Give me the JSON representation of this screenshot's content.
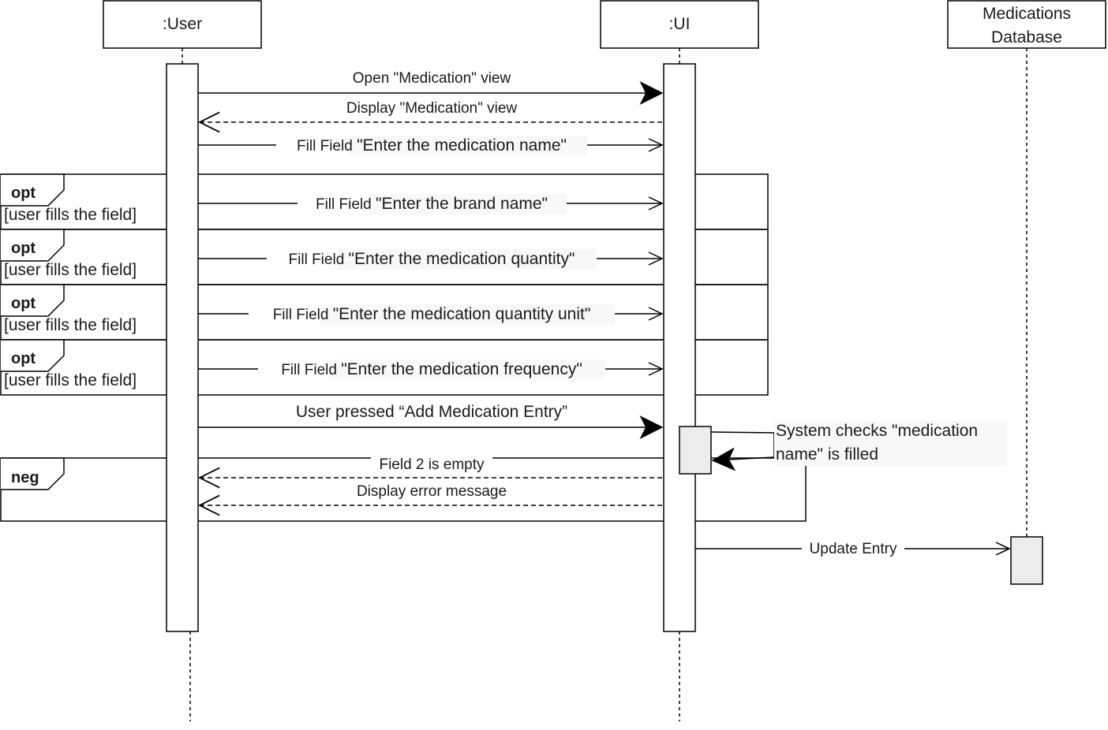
{
  "participants": [
    {
      "id": "user",
      "label": ":User"
    },
    {
      "id": "ui",
      "label": ":UI"
    },
    {
      "id": "db",
      "label_lines": [
        "Medications",
        "Database"
      ]
    }
  ],
  "messages": [
    {
      "id": "m1",
      "text": "Open \"Medication\" view"
    },
    {
      "id": "m2",
      "text": "Display \"Medication\" view"
    },
    {
      "id": "m3",
      "text_a": "Fill Field ",
      "text_b": "\"Enter the medication name\""
    },
    {
      "id": "m4",
      "text_a": "Fill Field ",
      "text_b": "\"Enter the brand name\""
    },
    {
      "id": "m5",
      "text_a": "Fill Field ",
      "text_b": "\"Enter the medication quantity\""
    },
    {
      "id": "m6",
      "text_a": "Fill Field ",
      "text_b": "\"Enter the medication quantity unit\""
    },
    {
      "id": "m7",
      "text_a": "Fill Field ",
      "text_b": "\"Enter the medication frequency\""
    },
    {
      "id": "m8",
      "text": "User pressed “Add Medication Entry”"
    },
    {
      "id": "m9",
      "text_lines": [
        "System checks \"medication",
        "name\" is filled"
      ]
    },
    {
      "id": "m10",
      "text": "Field 2 is empty"
    },
    {
      "id": "m11",
      "text": "Display error message"
    },
    {
      "id": "m12",
      "text": "Update Entry"
    }
  ],
  "fragments": [
    {
      "operator": "opt",
      "guard": "[user fills the field]"
    },
    {
      "operator": "opt",
      "guard": "[user fills the field]"
    },
    {
      "operator": "opt",
      "guard": "[user fills the field]"
    },
    {
      "operator": "opt",
      "guard": "[user fills the field]"
    },
    {
      "operator": "neg"
    }
  ],
  "colors": {
    "line": "#000000",
    "activation_fill": "#ffffff",
    "shaded_fill": "#ececec",
    "label_bg": "#f8f8f8"
  }
}
